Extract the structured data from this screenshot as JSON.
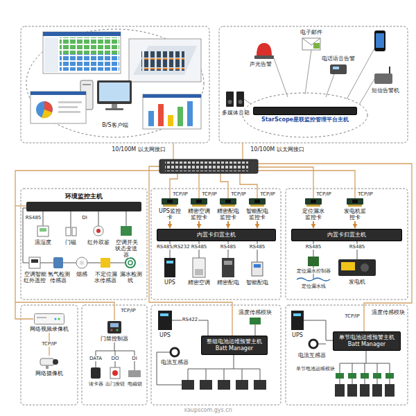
{
  "diagram": {
    "nodes": [
      {
        "text": [
          "StarScope星联监控管理平台主机"
        ]
      },
      {
        "text": [
          "环境监控主机"
        ]
      },
      {
        "text": [
          "UPS监控卡"
        ]
      },
      {
        "text": [
          "精密空调监控卡"
        ]
      },
      {
        "text": [
          "精密配电监控卡"
        ]
      },
      {
        "text": [
          "智能配电监控卡"
        ]
      },
      {
        "text": [
          "内置卡归置主机"
        ]
      },
      {
        "text": [
          "定位漏水监控卡"
        ]
      },
      {
        "text": [
          "发电机监控卡"
        ]
      },
      {
        "text": [
          "内置卡归置主机"
        ]
      },
      {
        "text": [
          "网络视频录像机"
        ]
      },
      {
        "text": [
          "网络摄像机"
        ]
      },
      {
        "text": [
          "门禁控制器"
        ]
      },
      {
        "text": [
          "整组电池运维预警主机 Batt Manager"
        ]
      },
      {
        "text": [
          "单节电池运维预警主机 Batt Manager"
        ]
      }
    ],
    "edges": [
      {
        "from": 2,
        "to": 6,
        "arrow": "to"
      },
      {
        "from": 3,
        "to": 6,
        "arrow": "to"
      },
      {
        "from": 4,
        "to": 6,
        "arrow": "to"
      },
      {
        "from": 5,
        "to": 6,
        "arrow": "to"
      },
      {
        "from": 7,
        "to": 9,
        "arrow": "to"
      },
      {
        "from": 8,
        "to": 9,
        "arrow": "to"
      },
      {
        "from": 10,
        "to": 11,
        "label": "TCP/IP",
        "arrow": "none"
      }
    ],
    "labels": [
      "B/S客户端",
      "声光告警",
      "电子邮件",
      "电话语音告警",
      "短信告警机",
      "多媒体音箱",
      "10/100M 以太网接口",
      "10/100M 以太网接口",
      "RS485",
      "DI",
      "温湿度",
      "门磁",
      "红外双鉴",
      "空调开关状态变送器",
      "空调智能红外遥控",
      "氢气检测传感器",
      "烟感",
      "不定位漏水传感器",
      "漏水检测线",
      "TCP/IP",
      "TCP/IP",
      "TCP/IP",
      "TCP/IP",
      "RS485/RS232",
      "RS485",
      "RS485",
      "RS485",
      "UPS",
      "精密空调",
      "精密配电",
      "智能配电",
      "TCP/IP",
      "TCP/IP",
      "RS485",
      "RS485",
      "定位漏水控制器",
      "定位漏水线",
      "发电机",
      "TCP/IP",
      "DATA",
      "DO",
      "DI",
      "读卡器",
      "出门按钮",
      "电磁锁",
      "UPS",
      "电流互感器",
      "RS422",
      "温度传感模块",
      "UPS",
      "电流互感器",
      "TCP/IP",
      "温度传感模块",
      "单节电池运维模块",
      "xaupscom.gys.cn"
    ]
  }
}
